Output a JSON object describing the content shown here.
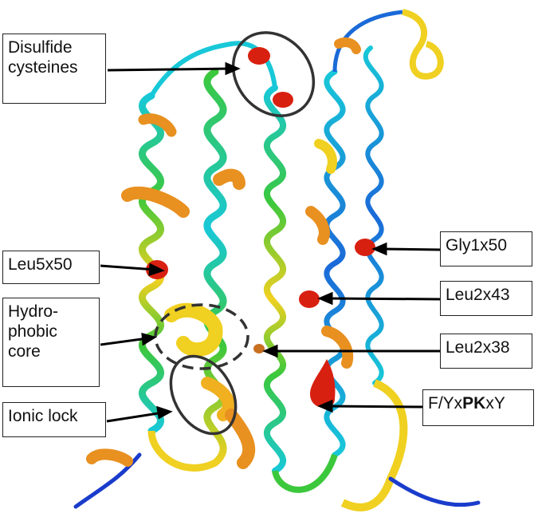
{
  "labels": {
    "disulfide": "Disulfide\ncysteines",
    "leu5x50": "Leu5x50",
    "hydrophobic": "Hydro-\nphobic\ncore",
    "ionic_lock": "Ionic lock",
    "gly1x50": "Gly1x50",
    "leu2x43": "Leu2x43",
    "leu2x38": "Leu2x38",
    "fyxpkxy": {
      "pre": "F/Yx",
      "bold": "PK",
      "post": "xY"
    }
  },
  "colors": {
    "blue": "#1a3ccc",
    "cyan": "#18c8d8",
    "green": "#3cc83c",
    "yellow": "#f0d020",
    "orange": "#e89020",
    "red": "#d82010",
    "outline": "#333333"
  }
}
